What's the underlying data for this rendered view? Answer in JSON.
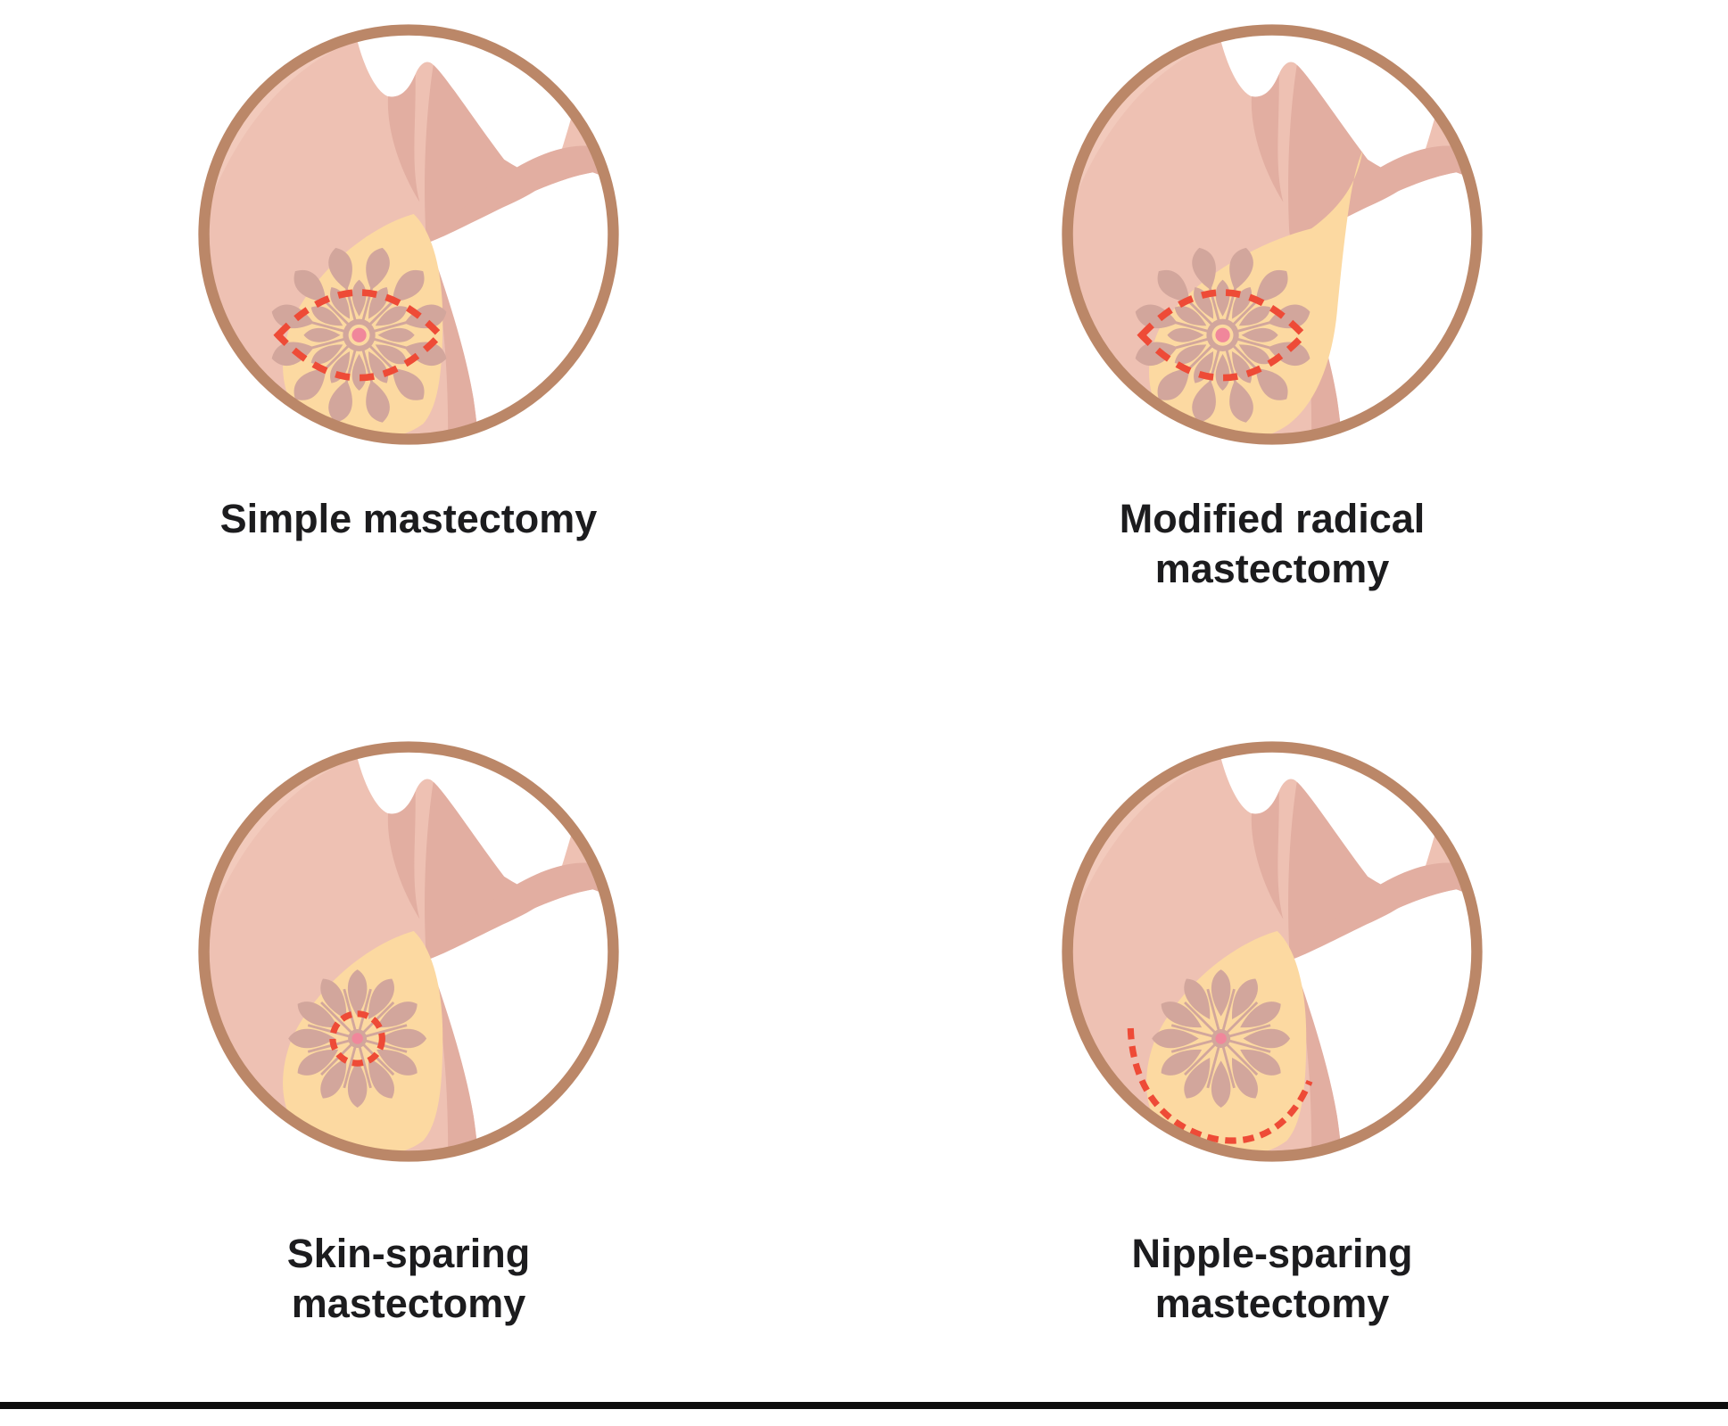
{
  "figures": [
    {
      "id": "simple",
      "label": "Simple mastectomy",
      "incision_marking": "elliptical-dashed-outline-around-breast-gland"
    },
    {
      "id": "modified-radical",
      "label": "Modified radical mastectomy",
      "incision_marking": "elliptical-dashed-outline-around-breast-gland-with-axillary-tissue"
    },
    {
      "id": "skin-sparing",
      "label": "Skin-sparing mastectomy",
      "incision_marking": "small-dashed-circle-around-areola"
    },
    {
      "id": "nipple-sparing",
      "label": "Nipple-sparing mastectomy",
      "incision_marking": "dashed-arc-along-inframammary-fold"
    }
  ],
  "colors": {
    "outline": "#bb8768",
    "skin": "#eec1b3",
    "skin_light": "#f2cabc",
    "skin_shade": "#e2aea1",
    "breast_tissue": "#fcd9a1",
    "gland": "#d2a69c",
    "nipple": "#f0879b",
    "incision_red": "#ee4b37",
    "label_text": "#1c1c1e",
    "background": "#ffffff",
    "bottom_border": "#0c0c0c"
  }
}
